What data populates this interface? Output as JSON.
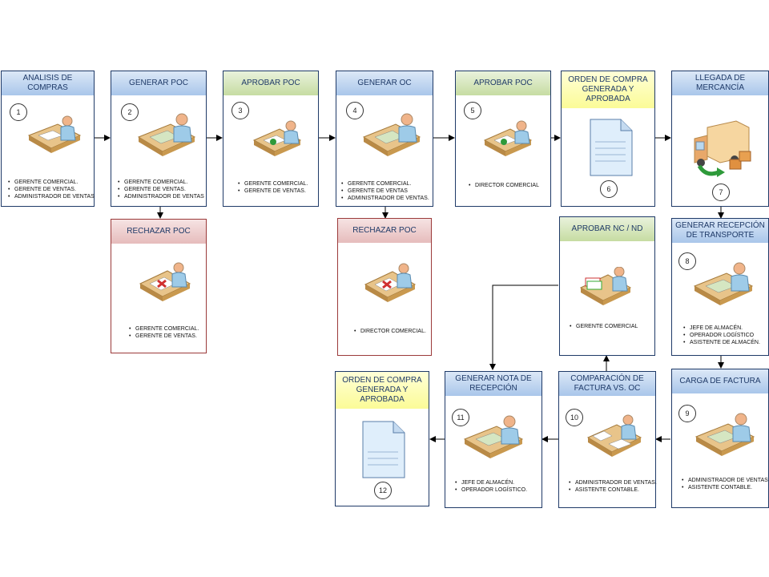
{
  "steps": [
    {
      "id": "analisis",
      "title": "ANALISIS DE COMPRAS",
      "number": "1",
      "roles": [
        "GERENTE COMERCIAL.",
        "GERENTE DE VENTAS.",
        "ADMINISTRADOR DE VENTAS"
      ]
    },
    {
      "id": "generar-poc",
      "title": "GENERAR POC",
      "number": "2",
      "roles": [
        "GERENTE COMERCIAL.",
        "GERENTE DE VENTAS.",
        "ADMINISTRADOR DE VENTAS"
      ]
    },
    {
      "id": "aprobar-poc-1",
      "title": "APROBAR POC",
      "number": "3",
      "roles": [
        "GERENTE COMERCIAL.",
        "GERENTE DE VENTAS."
      ]
    },
    {
      "id": "generar-oc",
      "title": "GENERAR OC",
      "number": "4",
      "roles": [
        "GERENTE COMERCIAL.",
        "GERENTE DE VENTAS",
        "ADMINISTRADOR DE VENTAS."
      ]
    },
    {
      "id": "aprobar-poc-2",
      "title": "APROBAR POC",
      "number": "5",
      "roles": [
        "DIRECTOR COMERCIAL"
      ]
    },
    {
      "id": "orden-compra-1",
      "title": "ORDEN DE COMPRA GENERADA Y APROBADA",
      "number": "6",
      "roles": []
    },
    {
      "id": "llegada",
      "title": "LLEGADA DE MERCANCÍA",
      "number": "7",
      "roles": []
    },
    {
      "id": "rechazar-poc-1",
      "title": "RECHAZAR POC",
      "number": "",
      "roles": [
        "GERENTE COMERCIAL.",
        "GERENTE DE VENTAS."
      ]
    },
    {
      "id": "rechazar-poc-2",
      "title": "RECHAZAR POC",
      "number": "",
      "roles": [
        "DIRECTOR COMERCIAL."
      ]
    },
    {
      "id": "aprobar-nc",
      "title": "APROBAR NC / ND",
      "number": "",
      "roles": [
        "GERENTE COMERCIAL"
      ]
    },
    {
      "id": "recepcion-transporte",
      "title": "GENERAR RECEPCIÓN DE TRANSPORTE",
      "number": "8",
      "roles": [
        "JEFE DE ALMACÉN.",
        "OPERADOR LOGÍSTICO",
        "ASISTENTE DE ALMACÉN."
      ]
    },
    {
      "id": "carga-factura",
      "title": "CARGA DE FACTURA",
      "number": "9",
      "roles": [
        "ADMINISTRADOR DE VENTAS",
        "ASISTENTE CONTABLE."
      ]
    },
    {
      "id": "comparacion",
      "title": "COMPARACIÓN DE FACTURA VS. OC",
      "number": "10",
      "roles": [
        "ADMINISTRADOR DE VENTAS.",
        "ASISTENTE CONTABLE."
      ]
    },
    {
      "id": "nota-recepcion",
      "title": "GENERAR NOTA DE RECEPCIÓN",
      "number": "11",
      "roles": [
        "JEFE DE ALMACÉN.",
        "OPERADOR LOGÍSTICO."
      ]
    },
    {
      "id": "orden-compra-2",
      "title": "ORDEN DE COMPRA GENERADA Y APROBADA",
      "number": "12",
      "roles": []
    }
  ],
  "icons": {
    "worker": "worker-at-desk-icon",
    "approve": "worker-approving-icon",
    "reject": "worker-rejecting-icon",
    "document": "document-icon",
    "truck": "delivery-truck-icon"
  },
  "colors": {
    "blue": "#a9c6ea",
    "green": "#c6dca2",
    "red": "#e6bcbc",
    "yellow": "#fbfb97",
    "border": "#1f3a68"
  }
}
